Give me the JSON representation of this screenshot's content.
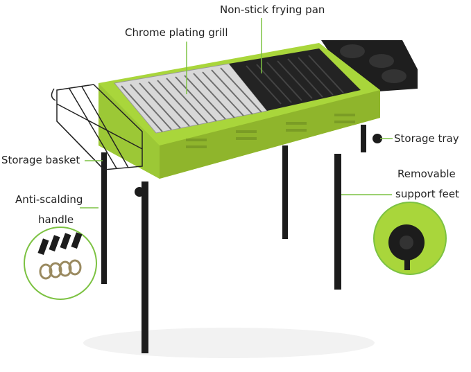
{
  "labels": {
    "pan": "Non-stick frying pan",
    "grill": "Chrome plating grill",
    "tray": "Storage tray",
    "basket": "Storage basket",
    "feet_1": "Removable",
    "feet_2": "support feet",
    "handle_1": "Anti-scalding",
    "handle_2": "handle"
  },
  "colors": {
    "body": "#a9d63b",
    "body_dark": "#8fb52c",
    "accent_line": "#7cc242",
    "metal": "#1c1c1c",
    "chrome": "#c8c8c8"
  }
}
